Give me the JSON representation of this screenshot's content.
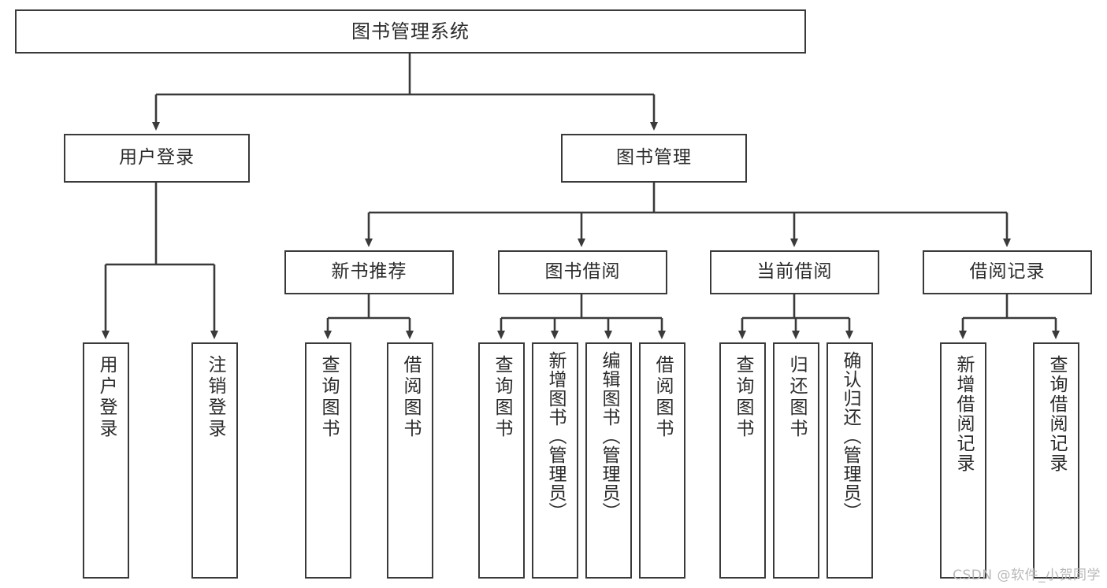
{
  "diagram": {
    "title": "图书管理系统",
    "type": "tree-hierarchy-diagram",
    "colors": {
      "box_border": "#3a3a3a",
      "box_fill": "#ffffff",
      "connector": "#3a3a3a",
      "text": "#2b2b2b",
      "watermark": "#b9b9b9",
      "background": "#ffffff"
    },
    "root": {
      "label": "图书管理系统"
    },
    "level1": [
      {
        "label": "用户登录"
      },
      {
        "label": "图书管理"
      }
    ],
    "level2": [
      {
        "label": "新书推荐"
      },
      {
        "label": "图书借阅"
      },
      {
        "label": "当前借阅"
      },
      {
        "label": "借阅记录"
      }
    ],
    "leaves": {
      "user_login": [
        {
          "label": "用户登录"
        },
        {
          "label": "注销登录"
        }
      ],
      "new_book_recommend": [
        {
          "label": "查询图书"
        },
        {
          "label": "借阅图书"
        }
      ],
      "book_borrow": [
        {
          "label": "查询图书"
        },
        {
          "label": "新增图书（管理员）"
        },
        {
          "label": "编辑图书（管理员）"
        },
        {
          "label": "借阅图书"
        }
      ],
      "current_borrow": [
        {
          "label": "查询图书"
        },
        {
          "label": "归还图书"
        },
        {
          "label": "确认归还（管理员）"
        }
      ],
      "borrow_record": [
        {
          "label": "新增借阅记录"
        },
        {
          "label": "查询借阅记录"
        }
      ]
    }
  },
  "watermark": {
    "text": "CSDN @软件_小贺同学"
  }
}
